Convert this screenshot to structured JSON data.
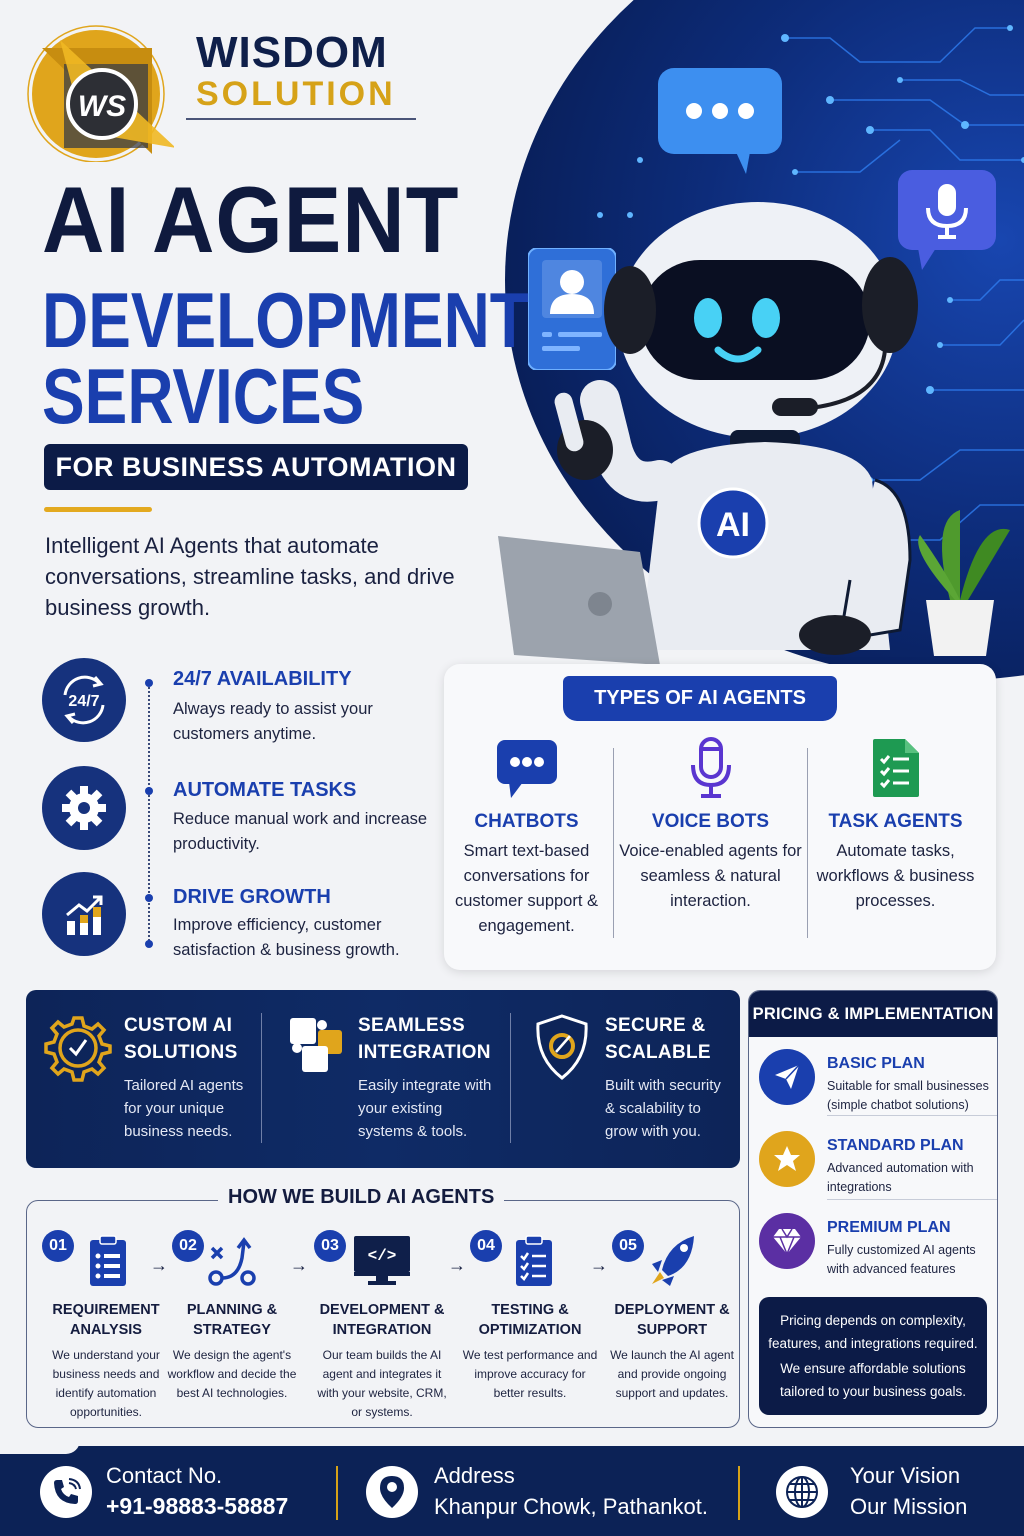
{
  "brand": {
    "name": "WISDOM",
    "sub": "SOLUTION",
    "logo_initials": "WS"
  },
  "hero": {
    "title_line1": "AI AGENT",
    "title_line2": "DEVELOPMENT",
    "title_line3": "SERVICES",
    "tagline": "FOR BUSINESS AUTOMATION",
    "intro": "Intelligent AI Agents that automate conversations, streamline tasks, and drive business growth.",
    "robot_badge": "AI"
  },
  "features": [
    {
      "icon": "24-7-icon",
      "icon_text": "24/7",
      "title": "24/7 AVAILABILITY",
      "desc": "Always ready to assist your customers anytime."
    },
    {
      "icon": "gear-icon",
      "title": "AUTOMATE TASKS",
      "desc": "Reduce manual work and increase productivity."
    },
    {
      "icon": "growth-chart-icon",
      "title": "DRIVE GROWTH",
      "desc": "Improve efficiency, customer satisfaction & business growth."
    }
  ],
  "types": {
    "heading": "TYPES OF AI AGENTS",
    "items": [
      {
        "icon": "chat-bubble-icon",
        "title": "CHATBOTS",
        "desc": "Smart text-based conversations for customer support & engagement."
      },
      {
        "icon": "microphone-icon",
        "title": "VOICE BOTS",
        "desc": "Voice-enabled agents for seamless & natural interaction."
      },
      {
        "icon": "checklist-document-icon",
        "title": "TASK AGENTS",
        "desc": "Automate tasks, workflows & business processes."
      }
    ]
  },
  "band": [
    {
      "icon": "gear-check-icon",
      "title_1": "CUSTOM AI",
      "title_2": "SOLUTIONS",
      "desc": "Tailored AI agents for your unique business needs."
    },
    {
      "icon": "puzzle-icon",
      "title_1": "SEAMLESS",
      "title_2": "INTEGRATION",
      "desc": "Easily integrate with your existing systems & tools."
    },
    {
      "icon": "shield-icon",
      "title_1": "SECURE &",
      "title_2": "SCALABLE",
      "desc": "Built with security & scalability to grow with you."
    }
  ],
  "pricing": {
    "heading": "PRICING & IMPLEMENTATION",
    "plans": [
      {
        "icon": "paper-plane-icon",
        "color": "#1a3fae",
        "title": "BASIC PLAN",
        "desc": "Suitable for small businesses (simple chatbot solutions)"
      },
      {
        "icon": "star-icon",
        "color": "#e0a51c",
        "title": "STANDARD PLAN",
        "desc": "Advanced automation with integrations"
      },
      {
        "icon": "diamond-icon",
        "color": "#5b2fa3",
        "title": "PREMIUM PLAN",
        "desc": "Fully customized AI agents with advanced features"
      }
    ],
    "note_1": "Pricing depends on complexity, features, and integrations required.",
    "note_2": "We ensure affordable solutions tailored to your business goals."
  },
  "build": {
    "heading": "HOW WE BUILD AI AGENTS",
    "steps": [
      {
        "num": "01",
        "icon": "clipboard-list-icon",
        "title": "REQUIREMENT ANALYSIS",
        "desc": "We understand your business needs and identify automation opportunities."
      },
      {
        "num": "02",
        "icon": "strategy-icon",
        "title": "PLANNING & STRATEGY",
        "desc": "We design the agent's workflow and decide the best AI technologies."
      },
      {
        "num": "03",
        "icon": "code-monitor-icon",
        "title": "DEVELOPMENT & INTEGRATION",
        "desc": "Our team builds the AI agent and integrates it with your website, CRM, or systems."
      },
      {
        "num": "04",
        "icon": "checklist-clipboard-icon",
        "title": "TESTING & OPTIMIZATION",
        "desc": "We test performance and improve accuracy for better results."
      },
      {
        "num": "05",
        "icon": "rocket-icon",
        "title": "DEPLOYMENT & SUPPORT",
        "desc": "We launch the AI agent and provide ongoing support and updates."
      }
    ],
    "arrow": "→"
  },
  "footer": {
    "contact_label": "Contact No.",
    "contact_value": "+91-98883-58887",
    "address_label": "Address",
    "address_value": "Khanpur Chowk, Pathankot.",
    "vision_1": "Your Vision",
    "vision_2": "Our Mission"
  },
  "colors": {
    "navy": "#0c1b47",
    "royal_blue": "#1a3fae",
    "gold": "#d6a218",
    "background": "#f2f3f6"
  }
}
